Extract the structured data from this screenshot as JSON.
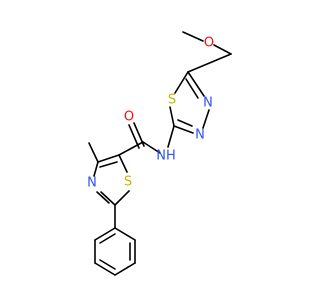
{
  "molecule": {
    "atom_labels": {
      "methoxy_oxygen": "O",
      "thiadiazole_sulfur": "S",
      "thiadiazole_n4": "N",
      "thiadiazole_n3": "N",
      "amide_oxygen": "O",
      "amide_nh": "NH",
      "thiazole_sulfur": "S",
      "thiazole_nitrogen": "N"
    },
    "colors": {
      "oxygen": "#ff0d0d",
      "nitrogen": "#3050f8",
      "sulfur": "#c8b400",
      "bond": "#000000"
    }
  }
}
